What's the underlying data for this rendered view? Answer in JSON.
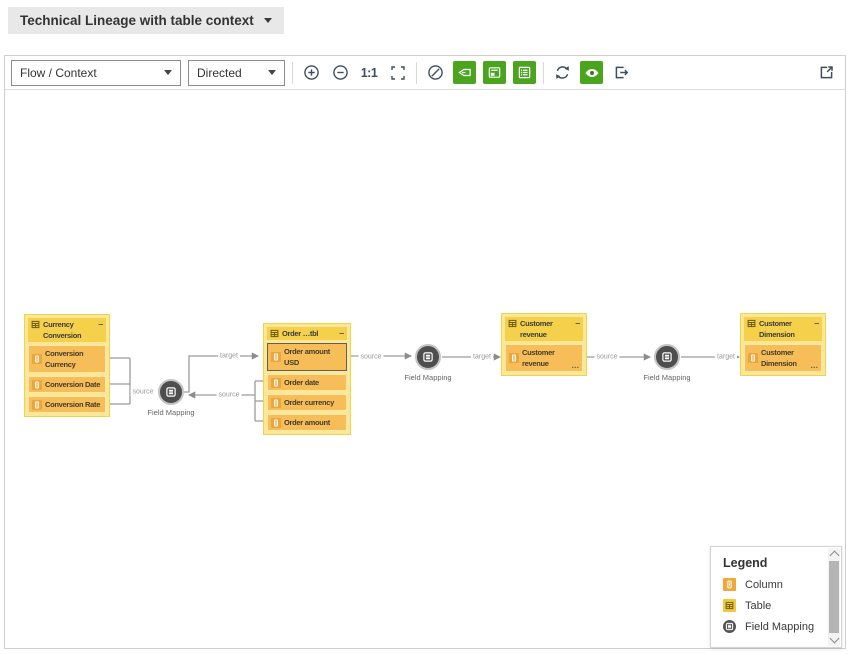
{
  "page": {
    "title_chip": "Technical Lineage with table context"
  },
  "toolbar": {
    "layout_select": {
      "value": "Flow / Context"
    },
    "direction_select": {
      "value": "Directed"
    },
    "zoom_reset_label": "1:1",
    "icons": [
      "zoom-in",
      "zoom-out",
      "fit-to-screen",
      "slash-circle",
      "tag",
      "card",
      "list",
      "refresh",
      "eye",
      "export",
      "external-link"
    ],
    "colors": {
      "accent_green": "#4aa41e",
      "icon_dark": "#3e4d5f"
    }
  },
  "diagram": {
    "tables": [
      {
        "title": "Currency Conversion",
        "collapse": "–",
        "columns": [
          {
            "label": "Conversion Currency"
          },
          {
            "label": "Conversion Date"
          },
          {
            "label": "Conversion Rate"
          }
        ]
      },
      {
        "title": "Order …tbl",
        "collapse": "–",
        "columns": [
          {
            "label": "Order amount USD"
          },
          {
            "label": "Order date"
          },
          {
            "label": "Order currency"
          },
          {
            "label": "Order amount"
          }
        ]
      },
      {
        "title": "Customer revenue",
        "collapse": "–",
        "columns": [
          {
            "label": "Customer revenue",
            "overflow": "…"
          }
        ]
      },
      {
        "title": "Customer Dimension",
        "collapse": "–",
        "columns": [
          {
            "label": "Customer Dimension",
            "overflow": "…"
          }
        ]
      }
    ],
    "field_mappings": [
      {
        "label": "Field Mapping"
      },
      {
        "label": "Field Mapping"
      },
      {
        "label": "Field Mapping"
      }
    ],
    "edges": [
      {
        "label": "source"
      },
      {
        "label": "target"
      },
      {
        "label": "source"
      },
      {
        "label": "source"
      },
      {
        "label": "target"
      },
      {
        "label": "source"
      },
      {
        "label": "target"
      }
    ],
    "colors": {
      "table_header": "#f5d04b",
      "node_body": "#fbe795",
      "column_row": "#f7bd59",
      "field_mapping_node": "#4e4e4e",
      "edge": "#9c9c9c"
    }
  },
  "legend": {
    "title": "Legend",
    "items": [
      {
        "label": "Column"
      },
      {
        "label": "Table"
      },
      {
        "label": "Field Mapping"
      }
    ]
  }
}
